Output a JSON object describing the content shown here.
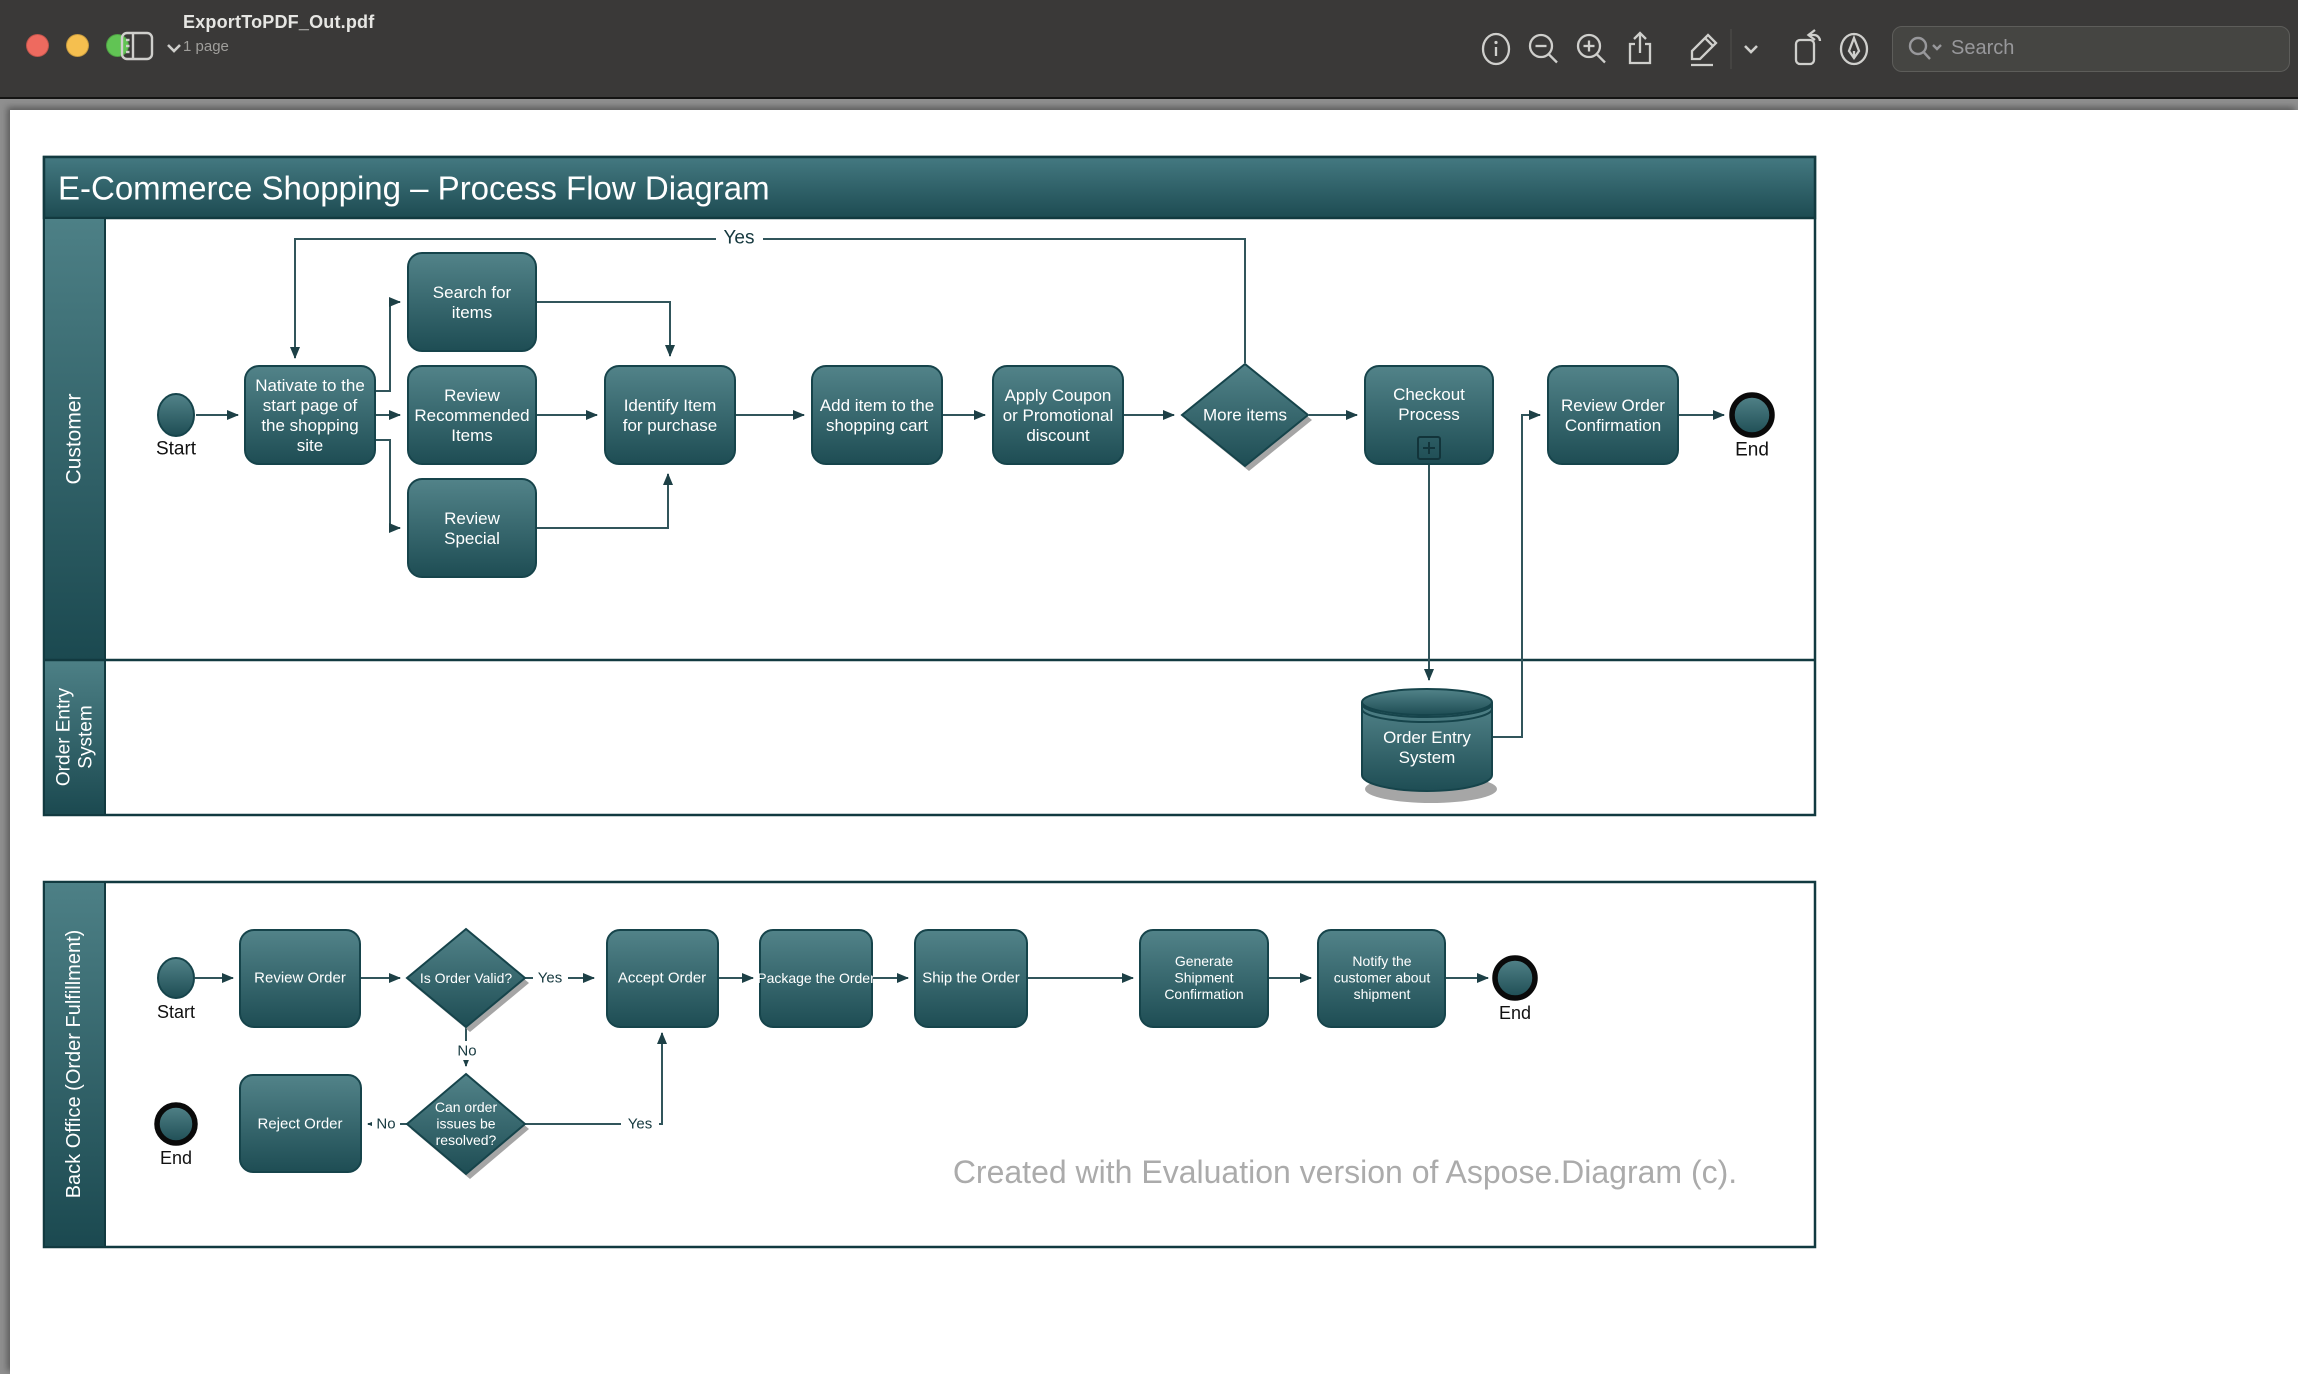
{
  "window": {
    "title": "ExportToPDF_Out.pdf",
    "subtitle": "1 page",
    "search_placeholder": "Search",
    "traffic_lights": [
      "close",
      "minimize",
      "zoom"
    ],
    "toolbar_icons": [
      "sidebar-toggle",
      "info",
      "zoom-out",
      "zoom-in",
      "share",
      "markup-pencil",
      "markup-chevron",
      "rotate",
      "sketch-pen",
      "search"
    ],
    "colors": {
      "titlebar": "#3a3938",
      "close": "#ee6a5f",
      "minimize": "#f5bf4f",
      "zoom": "#61c454"
    }
  },
  "diagram": {
    "colors": {
      "shape_top": "#528389",
      "shape_bottom": "#1e4d54",
      "border": "#123a40",
      "connector": "#31555b",
      "watermark": "#ababab"
    },
    "pool1": {
      "title": "E-Commerce Shopping – Process Flow Diagram",
      "lanes": [
        {
          "label": "Customer"
        },
        {
          "label_line1": "Order Entry",
          "label_line2": "System"
        }
      ],
      "nodes": {
        "start": "Start",
        "navigate": "Nativate to the\nstart page of\nthe shopping\nsite",
        "search": "Search for\nitems",
        "review_recommended": "Review\nRecommended\nItems",
        "review_special": "Review\nSpecial",
        "identify": "Identify Item\nfor purchase",
        "add_item": "Add item to the\nshopping cart",
        "apply_coupon": "Apply Coupon\nor Promotional\ndiscount",
        "more_items": "More items",
        "checkout": "Checkout\nProcess",
        "review_confirmation": "Review Order\nConfirmation",
        "order_entry_db": "Order Entry\nSystem",
        "end": "End"
      },
      "edge_labels": {
        "yes_loop": "Yes"
      }
    },
    "pool2": {
      "lane_label": "Back Office (Order Fulfillment)",
      "nodes": {
        "start": "Start",
        "review_order": "Review Order",
        "is_order_valid": "Is Order Valid?",
        "accept": "Accept Order",
        "package": "Package the Order",
        "ship": "Ship the Order",
        "generate": "Generate\nShipment\nConfirmation",
        "notify": "Notify the\ncustomer about\nshipment",
        "reject": "Reject Order",
        "can_resolve": "Can order\nissues be\nresolved?",
        "end_top": "End",
        "end_bottom": "End"
      },
      "edge_labels": {
        "valid_yes": "Yes",
        "valid_no": "No",
        "resolve_no": "No",
        "resolve_yes": "Yes"
      }
    },
    "watermark": "Created with Evaluation version of Aspose.Diagram (c)."
  }
}
